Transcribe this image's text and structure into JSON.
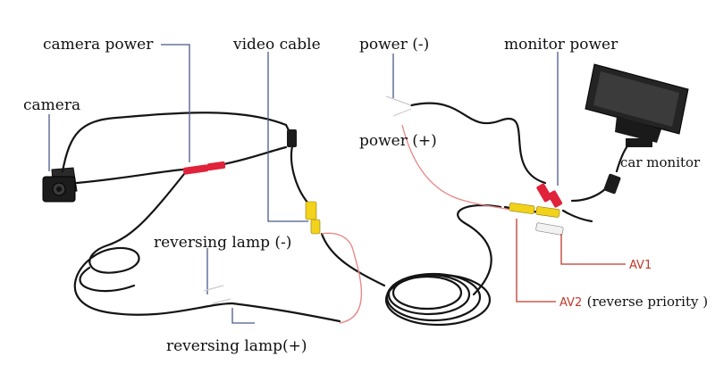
{
  "labels": {
    "camera_power": "camera power",
    "video_cable": "video cable",
    "camera": "camera",
    "power_neg": "power (-)",
    "monitor_power": "monitor power",
    "power_pos": "power (+)",
    "car_monitor": "car monitor",
    "reversing_lamp_neg": "reversing lamp (-)",
    "reversing_lamp_pos": "reversing lamp(+)",
    "av1": "AV1",
    "av2": "AV2",
    "av2_note": "(reverse priority )"
  },
  "colors": {
    "cable": "#141414",
    "red_plug": "#e0223a",
    "yellow_plug": "#f2d21a",
    "red_wire": "#e88a8a",
    "leader": "#4a5a8a",
    "av_leader": "#c0392b",
    "device": "#1c1c1c"
  }
}
